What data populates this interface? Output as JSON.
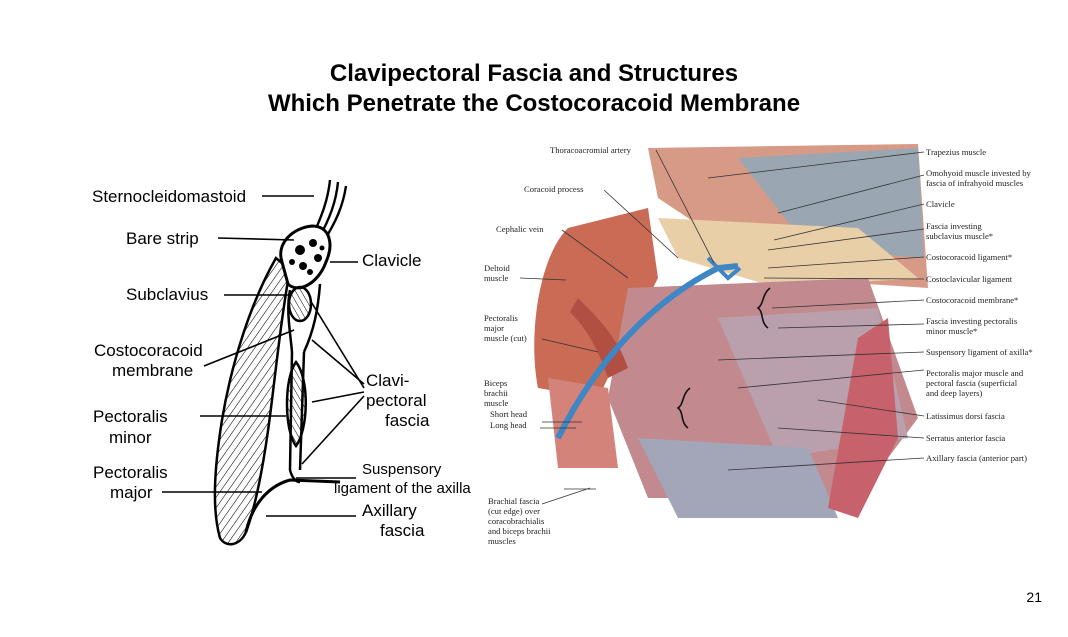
{
  "slide": {
    "title_line1": "Clavipectoral Fascia and Structures",
    "title_line2": "Which Penetrate the Costocoracoid Membrane",
    "page_number": "21"
  },
  "left_diagram": {
    "labels": {
      "sternocleidomastoid": "Sternocleidomastoid",
      "bare_strip": "Bare strip",
      "clavicle": "Clavicle",
      "subclavius": "Subclavius",
      "costocoracoid_1": "Costocoracoid",
      "costocoracoid_2": "membrane",
      "clavipectoral_1": "Clavi-",
      "clavipectoral_2": "pectoral",
      "clavipectoral_3": "fascia",
      "pectoralis_minor_1": "Pectoralis",
      "pectoralis_minor_2": "minor",
      "pectoralis_major_1": "Pectoralis",
      "pectoralis_major_2": "major",
      "suspensory_1": "Suspensory",
      "suspensory_2": "ligament of the axilla",
      "axillary_1": "Axillary",
      "axillary_2": "fascia"
    }
  },
  "right_illustration": {
    "labels_left": {
      "thoracoacromial": "Thoracoacromial artery",
      "coracoid": "Coracoid process",
      "cephalic": "Cephalic vein",
      "deltoid_1": "Deltoid",
      "deltoid_2": "muscle",
      "pect_major_1": "Pectoralis",
      "pect_major_2": "major",
      "pect_major_3": "muscle (cut)",
      "biceps_1": "Biceps",
      "biceps_2": "brachii",
      "biceps_3": "muscle",
      "short_head": "Short head",
      "long_head": "Long head",
      "brachial_1": "Brachial fascia",
      "brachial_2": "(cut edge) over",
      "brachial_3": "coracobrachialis",
      "brachial_4": "and biceps brachii",
      "brachial_5": "muscles"
    },
    "labels_right": {
      "trapezius": "Trapezius muscle",
      "omohyoid_1": "Omohyoid muscle invested by",
      "omohyoid_2": "fascia of infrahyoid muscles",
      "clavicle": "Clavicle",
      "fascia_subclavius_1": "Fascia investing",
      "fascia_subclavius_2": "subclavius muscle*",
      "costocoracoid_lig": "Costocoracoid ligament*",
      "costoclavicular": "Costoclavicular ligament",
      "costocoracoid_mem": "Costocoracoid membrane*",
      "fascia_pect_minor_1": "Fascia investing pectoralis",
      "fascia_pect_minor_2": "minor muscle*",
      "suspensory": "Suspensory ligament of axilla*",
      "pect_major_fascia_1": "Pectoralis major muscle and",
      "pect_major_fascia_2": "pectoral fascia (superficial",
      "pect_major_fascia_3": "and deep layers)",
      "latissimus": "Latissimus dorsi fascia",
      "serratus": "Serratus anterior fascia",
      "axillary": "Axillary fascia (anterior part)"
    }
  }
}
